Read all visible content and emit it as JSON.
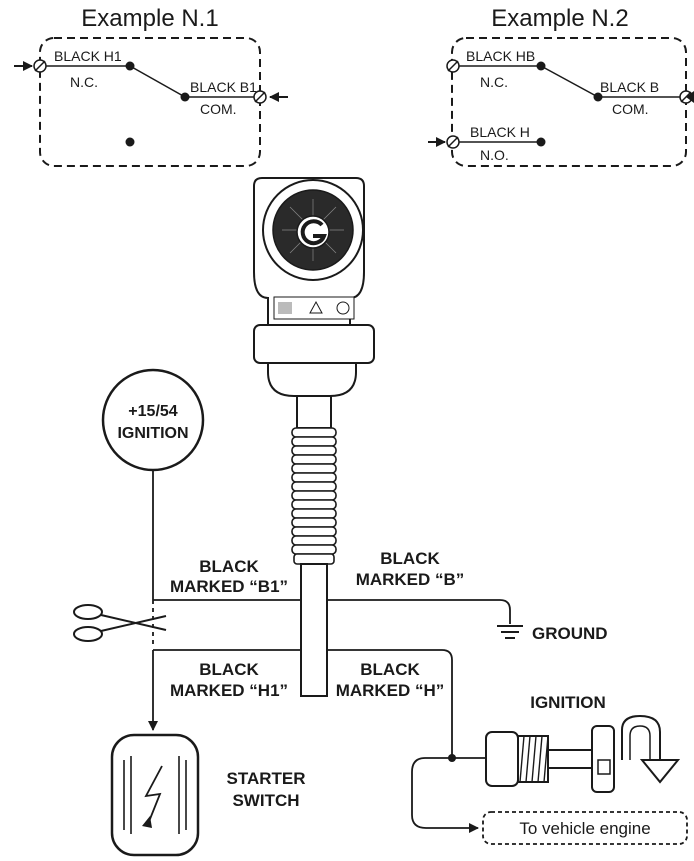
{
  "example1": {
    "title": "Example N.1",
    "wire_top": "BLACK H1",
    "nc": "N.C.",
    "wire_right": "BLACK B1",
    "com": "COM."
  },
  "example2": {
    "title": "Example N.2",
    "wire_top": "BLACK HB",
    "nc": "N.C.",
    "wire_right": "BLACK B",
    "com": "COM.",
    "wire_bottom": "BLACK H",
    "no": "N.O."
  },
  "ignition_circle": {
    "line1": "+15/54",
    "line2": "IGNITION"
  },
  "wires": {
    "b1_line1": "BLACK",
    "b1_line2": "MARKED “B1”",
    "b_line1": "BLACK",
    "b_line2": "MARKED “B”",
    "h1_line1": "BLACK",
    "h1_line2": "MARKED “H1”",
    "h_line1": "BLACK",
    "h_line2": "MARKED “H”"
  },
  "ground_label": "GROUND",
  "ignition_label": "IGNITION",
  "starter": {
    "line1": "STARTER",
    "line2": "SWITCH"
  },
  "engine_label": "To vehicle engine"
}
